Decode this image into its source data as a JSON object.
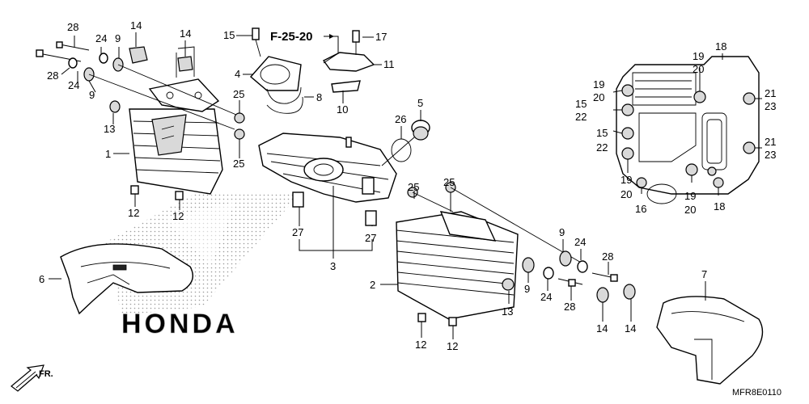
{
  "diagram": {
    "callouts": [
      "28",
      "24",
      "9",
      "14",
      "14",
      "15",
      "17",
      "28",
      "24",
      "9",
      "4",
      "11",
      "8",
      "10",
      "13",
      "25",
      "25",
      "1",
      "5",
      "26",
      "25",
      "25",
      "12",
      "12",
      "27",
      "27",
      "3",
      "6",
      "2",
      "9",
      "24",
      "28",
      "9",
      "24",
      "28",
      "13",
      "14",
      "14",
      "12",
      "12",
      "7",
      "18",
      "19",
      "20",
      "19",
      "20",
      "15",
      "22",
      "15",
      "22",
      "19",
      "20",
      "19",
      "20",
      "16",
      "18",
      "21",
      "23",
      "21",
      "23"
    ],
    "reference": "F-25-20",
    "watermark": "HONDA",
    "direction_label": "FR.",
    "diagram_code": "MFR8E0110"
  }
}
